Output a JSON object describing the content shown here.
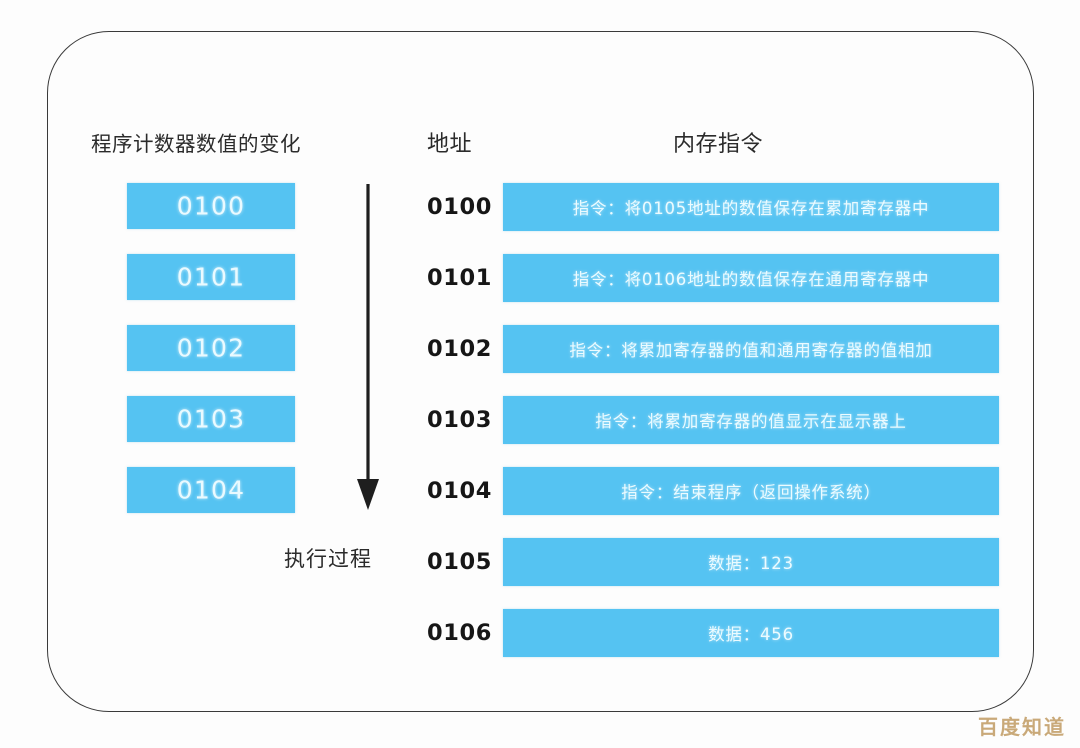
{
  "diagram": {
    "headers": {
      "program_counter": "程序计数器数值的变化",
      "address": "地址",
      "memory": "内存指令"
    },
    "execution_label": "执行过程",
    "arrow_icon": "down-arrow-icon",
    "program_counter_values": [
      "0100",
      "0101",
      "0102",
      "0103",
      "0104"
    ],
    "memory_rows": [
      {
        "address": "0100",
        "content": "指令：将0105地址的数值保存在累加寄存器中"
      },
      {
        "address": "0101",
        "content": "指令：将0106地址的数值保存在通用寄存器中"
      },
      {
        "address": "0102",
        "content": "指令：将累加寄存器的值和通用寄存器的值相加"
      },
      {
        "address": "0103",
        "content": "指令：将累加寄存器的值显示在显示器上"
      },
      {
        "address": "0104",
        "content": "指令：结束程序（返回操作系统）"
      },
      {
        "address": "0105",
        "content": "数据：123"
      },
      {
        "address": "0106",
        "content": "数据：456"
      }
    ],
    "colors": {
      "box_blue": "#55c3f2",
      "box_text": "#ecfbff",
      "frame_border": "#3a3a3a",
      "background": "#fdfdfd",
      "watermark": "#c9a979"
    },
    "watermark": "百度知道"
  }
}
